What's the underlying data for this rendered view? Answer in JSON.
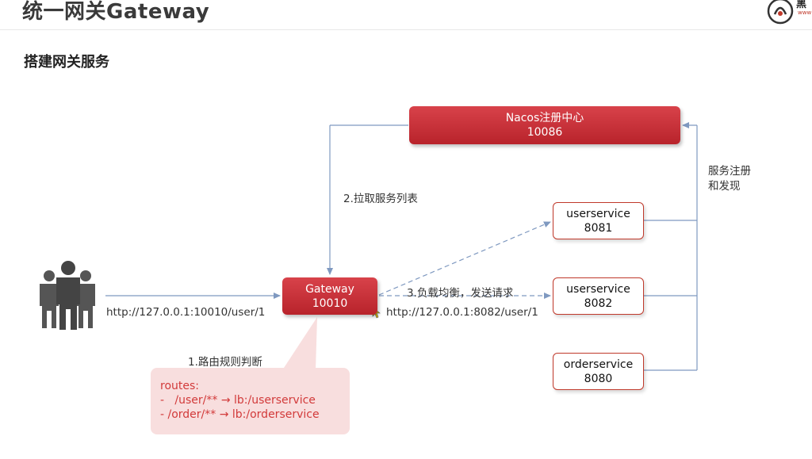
{
  "slide": {
    "title": "统一网关Gateway",
    "section": "搭建网关服务",
    "logo_text": "黑",
    "logo_sub": "www"
  },
  "diagram": {
    "nacos": {
      "name": "Nacos注册中心",
      "port": "10086"
    },
    "gateway": {
      "name": "Gateway",
      "port": "10010"
    },
    "services": [
      {
        "name": "userservice",
        "port": "8081"
      },
      {
        "name": "userservice",
        "port": "8082"
      },
      {
        "name": "orderservice",
        "port": "8080"
      }
    ],
    "labels": {
      "pull_services": "2.拉取服务列表",
      "register_line1": "服务注册",
      "register_line2": "和发现",
      "load_balance": "3.负载均衡，发送请求",
      "client_url": "http://127.0.0.1:10010/user/1",
      "forward_url": "http://127.0.0.1:8082/user/1",
      "route_rule": "1.路由规则判断"
    },
    "routes": {
      "header": "routes:",
      "lines": [
        "-   /user/** → lb:/userservice",
        "- /order/** → lb:/orderservice"
      ]
    },
    "colors": {
      "accent": "#c8323a",
      "arrow": "#7f99c0",
      "route_bg": "#f8dede",
      "route_text": "#d23a3a"
    },
    "icons": [
      "users-group-icon",
      "cursor-icon",
      "logo-icon"
    ]
  }
}
